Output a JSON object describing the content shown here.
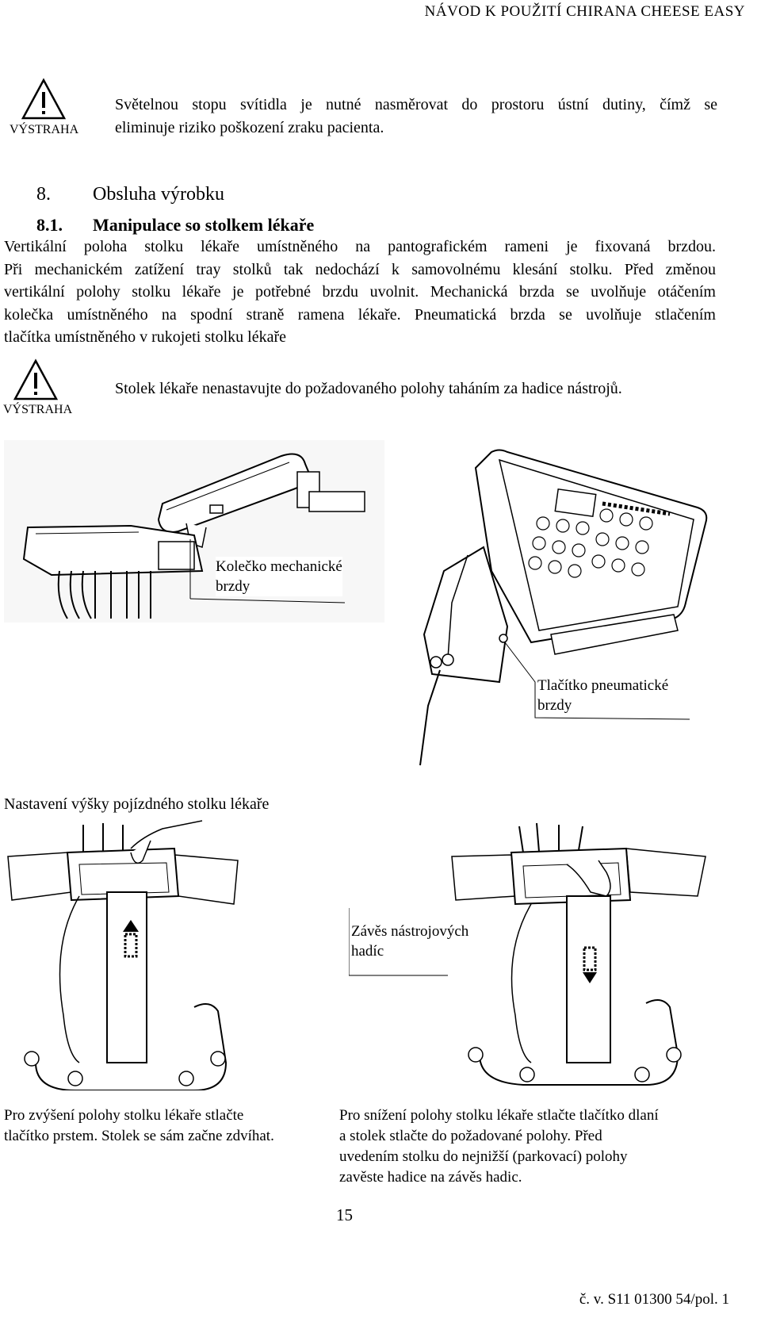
{
  "header": {
    "title": "NÁVOD K POUŽITÍ   CHIRANA CHEESE EASY"
  },
  "warning1": {
    "label": "VÝSTRAHA",
    "line1": "Světelnou stopu svítidla je nutné nasměrovat do prostoru ústní dutiny, čímž se",
    "line2": "eliminuje riziko poškození zraku pacienta."
  },
  "section8": {
    "number": "8.",
    "title": "Obsluha výrobku"
  },
  "section81": {
    "number": "8.1.",
    "title": "Manipulace so stolkem lékaře",
    "lines": [
      "Vertikální poloha stolku lékaře umístněného na pantografickém rameni je fixovaná brzdou.",
      "Při mechanickém zatížení tray stolků tak nedochází k samovolnému klesání stolku. Před změnou",
      "vertikální polohy stolku lékaře je potřebné brzdu uvolnit. Mechanická brzda se uvolňuje otáčením",
      "kolečka umístněného na spodní straně ramena lékaře. Pneumatická brzda se uvolňuje stlačením",
      "tlačítka umístněného v rukojeti stolku lékaře"
    ]
  },
  "warning2": {
    "label": "VÝSTRAHA",
    "text": "Stolek lékaře nenastavujte do požadovaného polohy taháním za hadice nástrojů."
  },
  "figure1": {
    "callout_wheel_line1": "Kolečko mechanické",
    "callout_wheel_line2": "brzdy",
    "callout_button_line1": "Tlačítko pneumatické",
    "callout_button_line2": "brzdy"
  },
  "figure2": {
    "title": "Nastavení výšky pojízdného stolku lékaře",
    "callout_hose_line1": "Závěs nástrojových",
    "callout_hose_line2": "hadíc",
    "caption_left": [
      "Pro zvýšení polohy stolku lékaře stlačte",
      "tlačítko prstem. Stolek se sám začne zdvíhat."
    ],
    "caption_right": [
      "Pro snížení polohy stolku lékaře stlačte tlačítko dlaní",
      "a stolek stlačte do požadované polohy. Před",
      "uvedením stolku do nejnižší (parkovací) polohy",
      "zavěste hadice na závěs hadic."
    ]
  },
  "footer": {
    "page_number": "15",
    "doc_number": "č. v.  S11 01300 54/pol. 1"
  }
}
